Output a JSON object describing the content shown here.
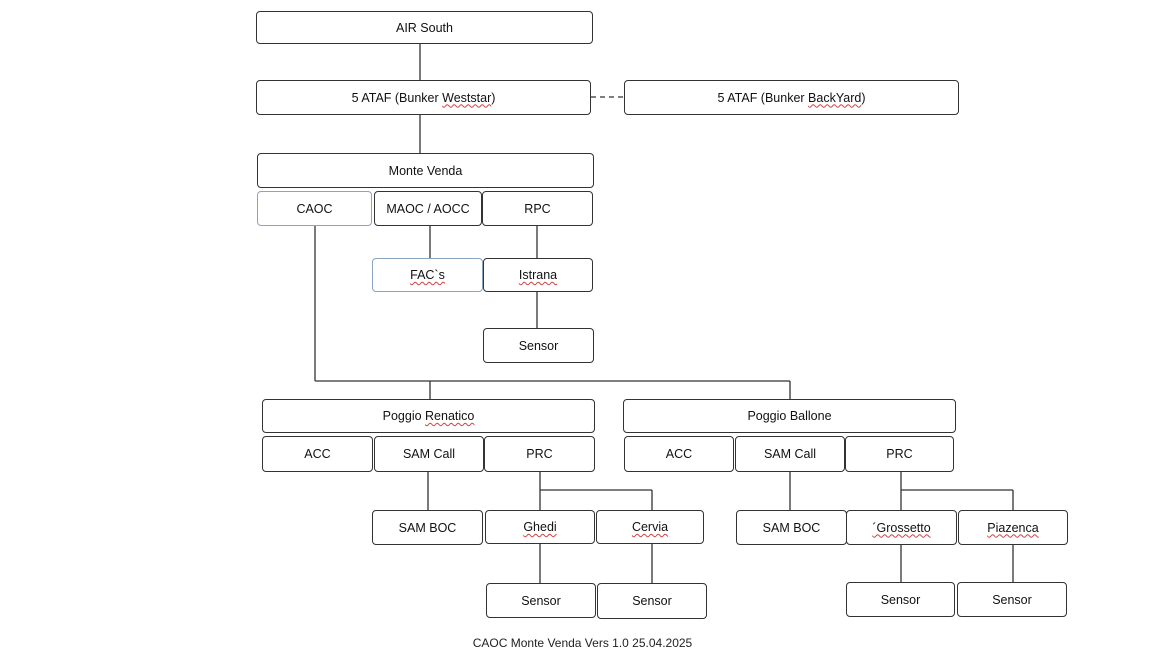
{
  "nodes": {
    "air_south": "AIR South",
    "ataf_weststar_prefix": "5 ATAF (Bunker ",
    "ataf_weststar_name": "Weststar",
    "ataf_weststar_suffix": ")",
    "ataf_backyard_prefix": "5 ATAF (Bunker ",
    "ataf_backyard_name": "BackYard",
    "ataf_backyard_suffix": ")",
    "monte_venda": "Monte Venda",
    "caoc": "CAOC",
    "maoc_aocc": "MAOC / AOCC",
    "rpc": "RPC",
    "facs": "FAC`s",
    "istrana": "Istrana",
    "istrana_sensor": "Sensor",
    "poggio_renatico_prefix": "Poggio ",
    "poggio_renatico_name": "Renatico",
    "pr_acc": "ACC",
    "pr_sam_call": "SAM Call",
    "pr_prc": "PRC",
    "pr_sam_boc": "SAM BOC",
    "ghedi": "Ghedi",
    "cervia": "Cervia",
    "ghedi_sensor": "Sensor",
    "cervia_sensor": "Sensor",
    "poggio_ballone": "Poggio Ballone",
    "pb_acc": "ACC",
    "pb_sam_call": "SAM Call",
    "pb_prc": "PRC",
    "pb_sam_boc": "SAM BOC",
    "grossetto": "´Grossetto",
    "piazenca": "Piazenca",
    "grossetto_sensor": "Sensor",
    "piazenca_sensor": "Sensor"
  },
  "caption": "CAOC Monte Venda Vers 1.0 25.04.2025"
}
